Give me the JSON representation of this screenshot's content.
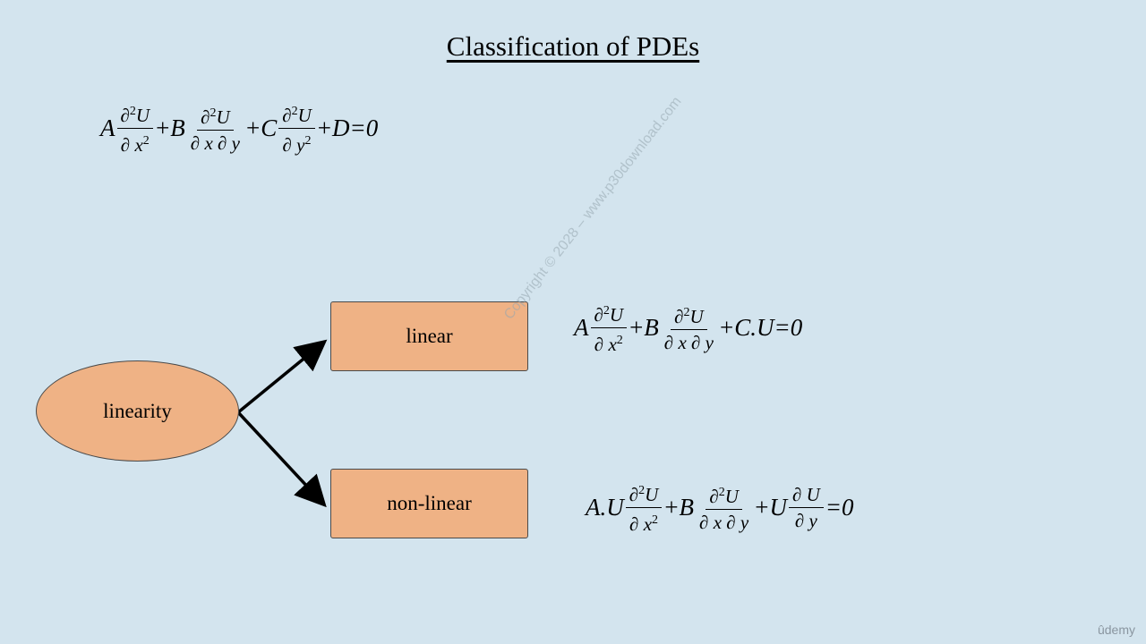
{
  "title": "Classification of PDEs",
  "nodes": {
    "root": "linearity",
    "linear": "linear",
    "nonlinear": "non-linear"
  },
  "equations": {
    "general": {
      "A": "A",
      "B": "B",
      "C": "C",
      "D": "D",
      "d2U": "∂",
      "two": "2",
      "U": "U",
      "dx2": "∂ x",
      "dxdy": "∂ x ∂ y",
      "dy2": "∂ y",
      "plus": "+",
      "eq0": "=0"
    },
    "linear": {
      "A": "A",
      "B": "B",
      "CU": "C.U",
      "eq0": "=0"
    },
    "nonlinear": {
      "AU": "A.U",
      "B": "B",
      "U": "U",
      "dUdy_den": "∂ y",
      "eq0": "=0"
    }
  },
  "watermark": "Copyright © 2028 – www.p30download.com",
  "logo": "ûdemy",
  "colors": {
    "background": "#d3e4ee",
    "node_fill": "#efb285"
  }
}
